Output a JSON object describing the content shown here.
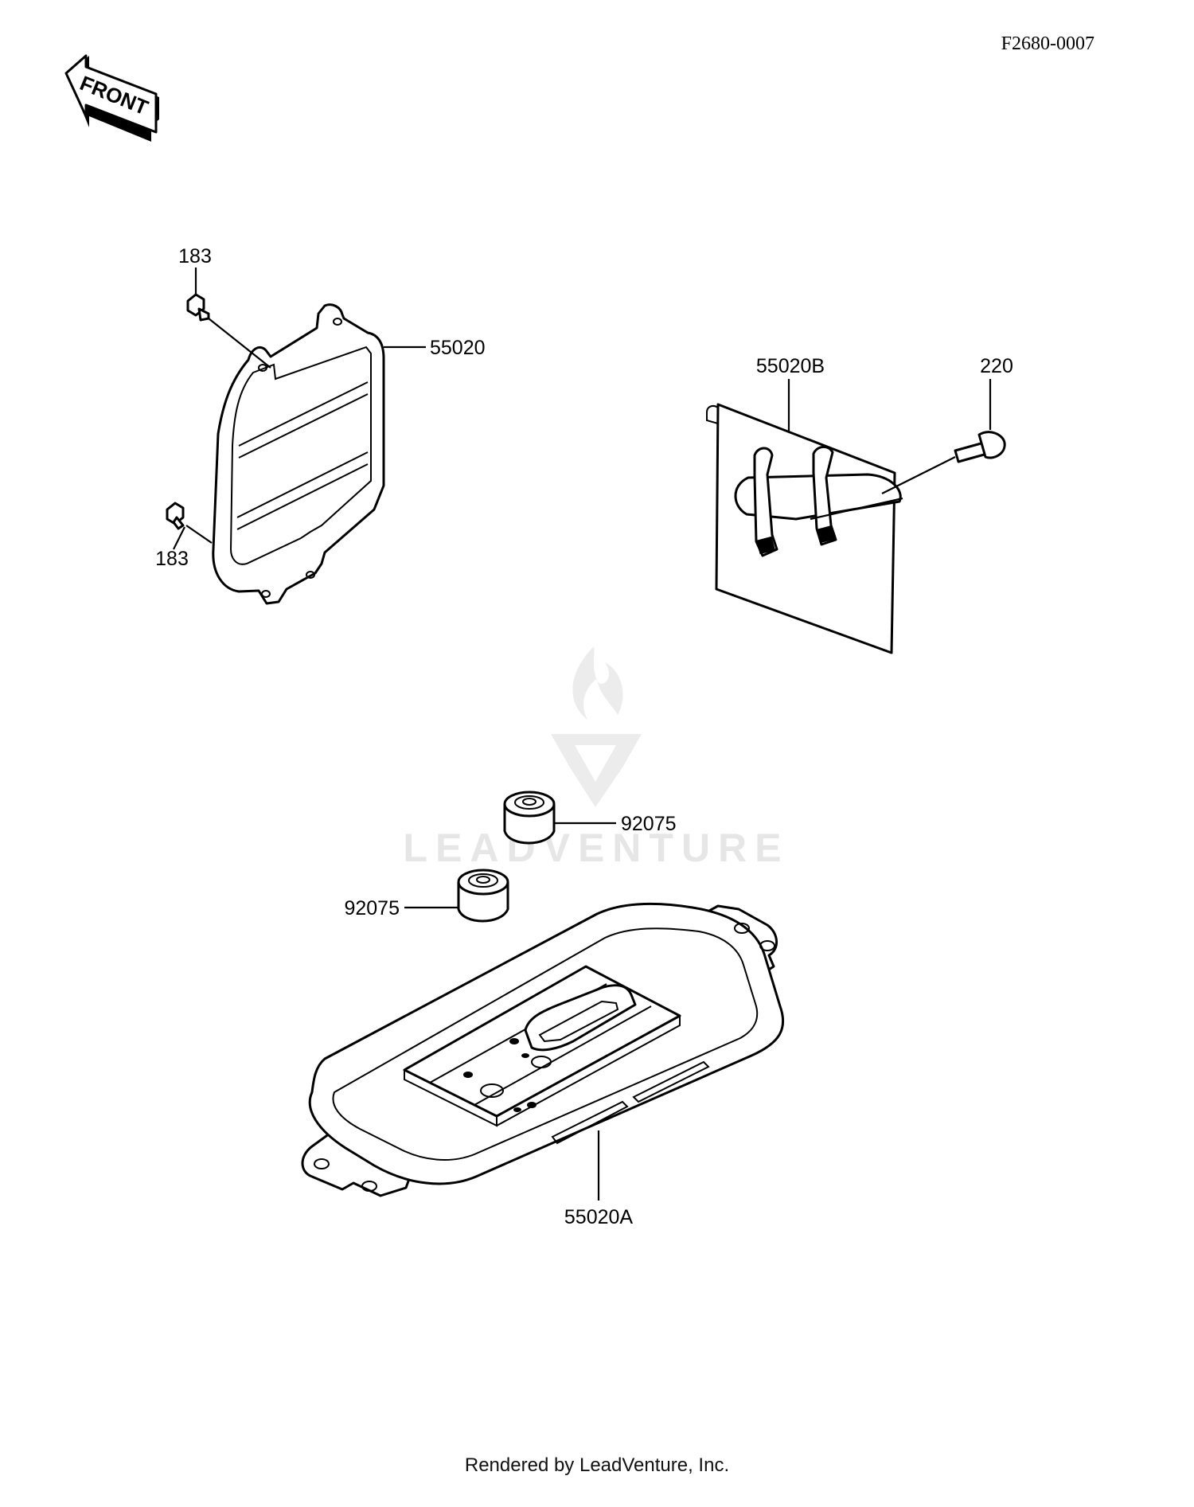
{
  "diagram_code": "F2680-0007",
  "front_arrow_label": "FRONT",
  "callouts": {
    "bolt_top": "183",
    "bolt_bottom": "183",
    "bracket": "55020",
    "plate": "55020B",
    "screw": "220",
    "damper_upper": "92075",
    "damper_lower": "92075",
    "tray": "55020A"
  },
  "watermark": "LEADVENTURE",
  "footer": "Rendered by LeadVenture, Inc."
}
